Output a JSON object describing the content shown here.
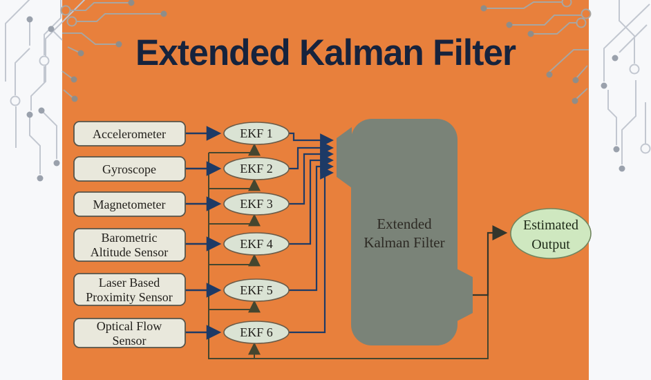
{
  "header": {
    "title": "Extended Kalman Filter"
  },
  "diagram": {
    "sensors": [
      {
        "lines": [
          "Accelerometer"
        ]
      },
      {
        "lines": [
          "Gyroscope"
        ]
      },
      {
        "lines": [
          "Magnetometer"
        ]
      },
      {
        "lines": [
          "Barometric",
          "Altitude Sensor"
        ]
      },
      {
        "lines": [
          "Laser Based",
          "Proximity Sensor"
        ]
      },
      {
        "lines": [
          "Optical Flow",
          "Sensor"
        ]
      }
    ],
    "ekf_nodes": [
      {
        "label": "EKF 1"
      },
      {
        "label": "EKF 2"
      },
      {
        "label": "EKF 3"
      },
      {
        "label": "EKF 4"
      },
      {
        "label": "EKF 5"
      },
      {
        "label": "EKF 6"
      }
    ],
    "filter_block": {
      "lines": [
        "Extended",
        "Kalman Filter"
      ]
    },
    "output_node": {
      "lines": [
        "Estimated",
        "Output"
      ]
    }
  },
  "colors": {
    "panel_orange": "#E8803C",
    "title_navy": "#16233D",
    "sensor_box_fill": "#E9E8DC",
    "ekf_ellipse_fill": "#DAE3D4",
    "filter_block_gray": "#7A8378",
    "output_ellipse_fill": "#CFE8C0",
    "arrow_navy": "#1D3A66",
    "feedback_line": "#45462F",
    "circuit_trace_gray": "#C2C7D0"
  }
}
